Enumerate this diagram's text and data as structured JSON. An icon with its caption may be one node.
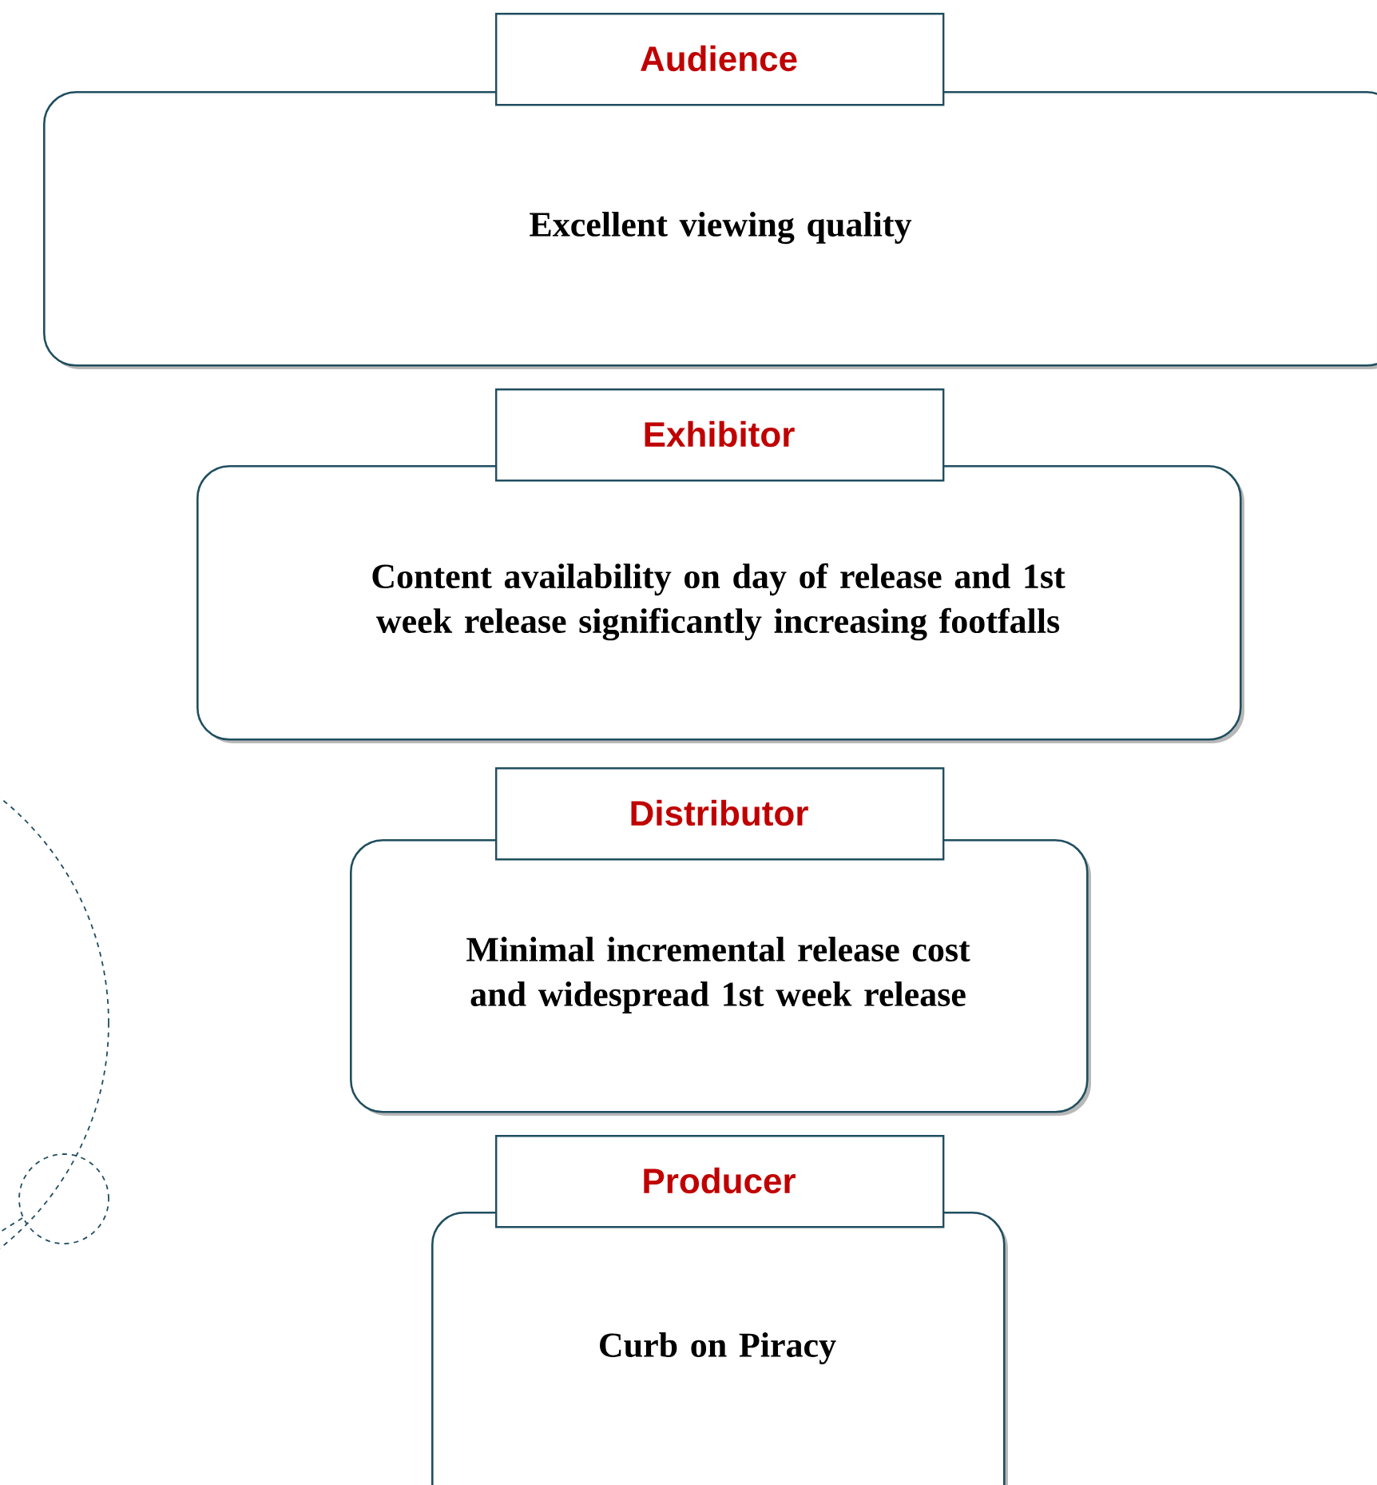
{
  "diagram": {
    "nodes": [
      {
        "text": [
          "Audience",
          "Excellent viewing quality"
        ]
      },
      {
        "text": [
          "Exhibitor",
          "Content availability on day of release and 1st week release significantly increasing footfalls"
        ]
      },
      {
        "text": [
          "Distributor",
          "Minimal incremental release cost and widespread 1st week release"
        ]
      },
      {
        "text": [
          "Producer",
          "Curb on Piracy"
        ]
      }
    ]
  }
}
